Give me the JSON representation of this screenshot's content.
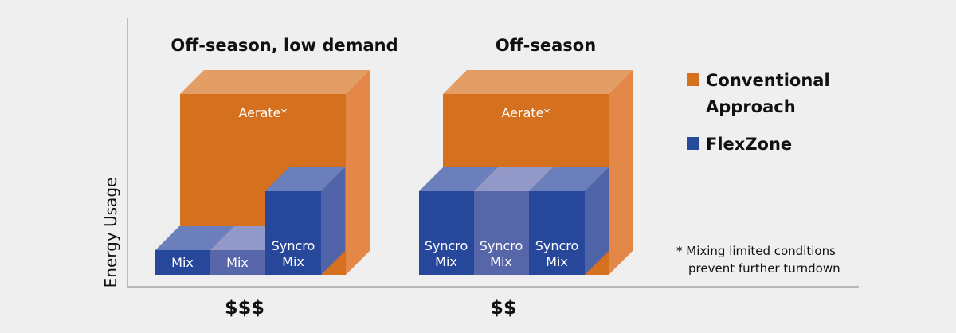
{
  "axis": {
    "y_label": "Energy Usage"
  },
  "panels": [
    {
      "title": "Off-season, low demand",
      "cost": "$$$",
      "conventional": {
        "label": "Aerate*"
      },
      "flexzone": [
        {
          "line1": "Mix",
          "line2": ""
        },
        {
          "line1": "Mix",
          "line2": ""
        },
        {
          "line1": "Syncro",
          "line2": "Mix"
        }
      ]
    },
    {
      "title": "Off-season",
      "cost": "$$",
      "conventional": {
        "label": "Aerate*"
      },
      "flexzone": [
        {
          "line1": "Syncro",
          "line2": "Mix"
        },
        {
          "line1": "Syncro",
          "line2": "Mix"
        },
        {
          "line1": "Syncro",
          "line2": "Mix"
        }
      ]
    }
  ],
  "legend": {
    "conventional": {
      "line1": "Conventional",
      "line2": "Approach",
      "color": "#d4701e"
    },
    "flexzone": {
      "label": "FlexZone",
      "color": "#274b99"
    }
  },
  "footnote": {
    "line1": "* Mixing limited conditions",
    "line2": "prevent further turndown"
  },
  "colors": {
    "orange_front": "#d4701e",
    "orange_top": "#e29e65",
    "orange_side": "#e4884a",
    "blue_front": "#27489a",
    "blue_front_light": "#5765a9",
    "blue_top": "#6c7fbd",
    "blue_top_light": "#9299c9",
    "blue_side": "#4f63a9"
  }
}
